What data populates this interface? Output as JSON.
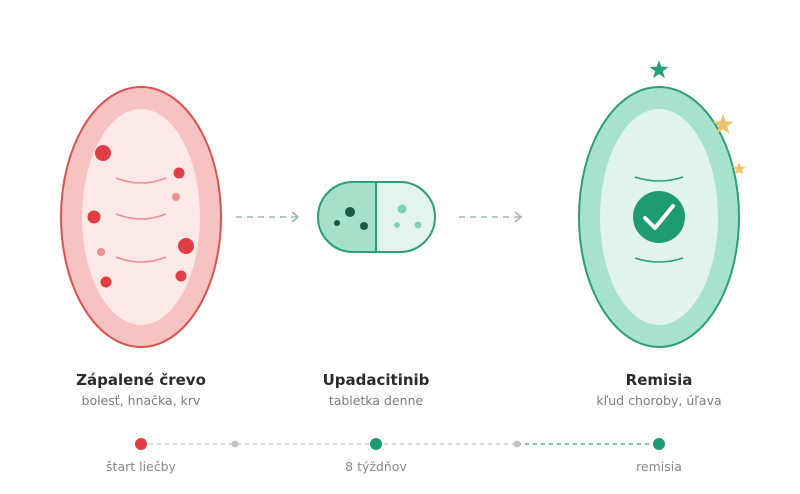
{
  "panels": [
    {
      "title": "Zápalené črevo",
      "subtitle": "bolesť, hnačka, krv"
    },
    {
      "title": "Upadacitinib",
      "subtitle": "tabletka denne"
    },
    {
      "title": "Remisia",
      "subtitle": "kľud choroby, úľava"
    }
  ],
  "timeline": {
    "labels": [
      "štart liečby",
      "8 týždňov",
      "remisia"
    ]
  },
  "colors": {
    "inflamed_outer": "#f6c2c2",
    "inflamed_inner": "#fde8e8",
    "inflamed_stroke": "#d9534f",
    "spot_red": "#e03e44",
    "spot_light": "#ec8f8f",
    "healthy_outer": "#a7e2cd",
    "healthy_inner": "#e1f4ec",
    "healthy_stroke": "#2e9e78",
    "healthy_accent": "#1f9b74",
    "pill_left": "#a6e0c9",
    "pill_right": "#e2f4ec",
    "star_green": "#23a077",
    "star_gold": "#f2c066",
    "arrow": "#9fb5ad",
    "timeline_gray": "#c8c2bb",
    "timeline_green": "#2e9b82"
  },
  "icons": [
    "checkmark-icon",
    "star-icon",
    "arrow-right-icon"
  ]
}
